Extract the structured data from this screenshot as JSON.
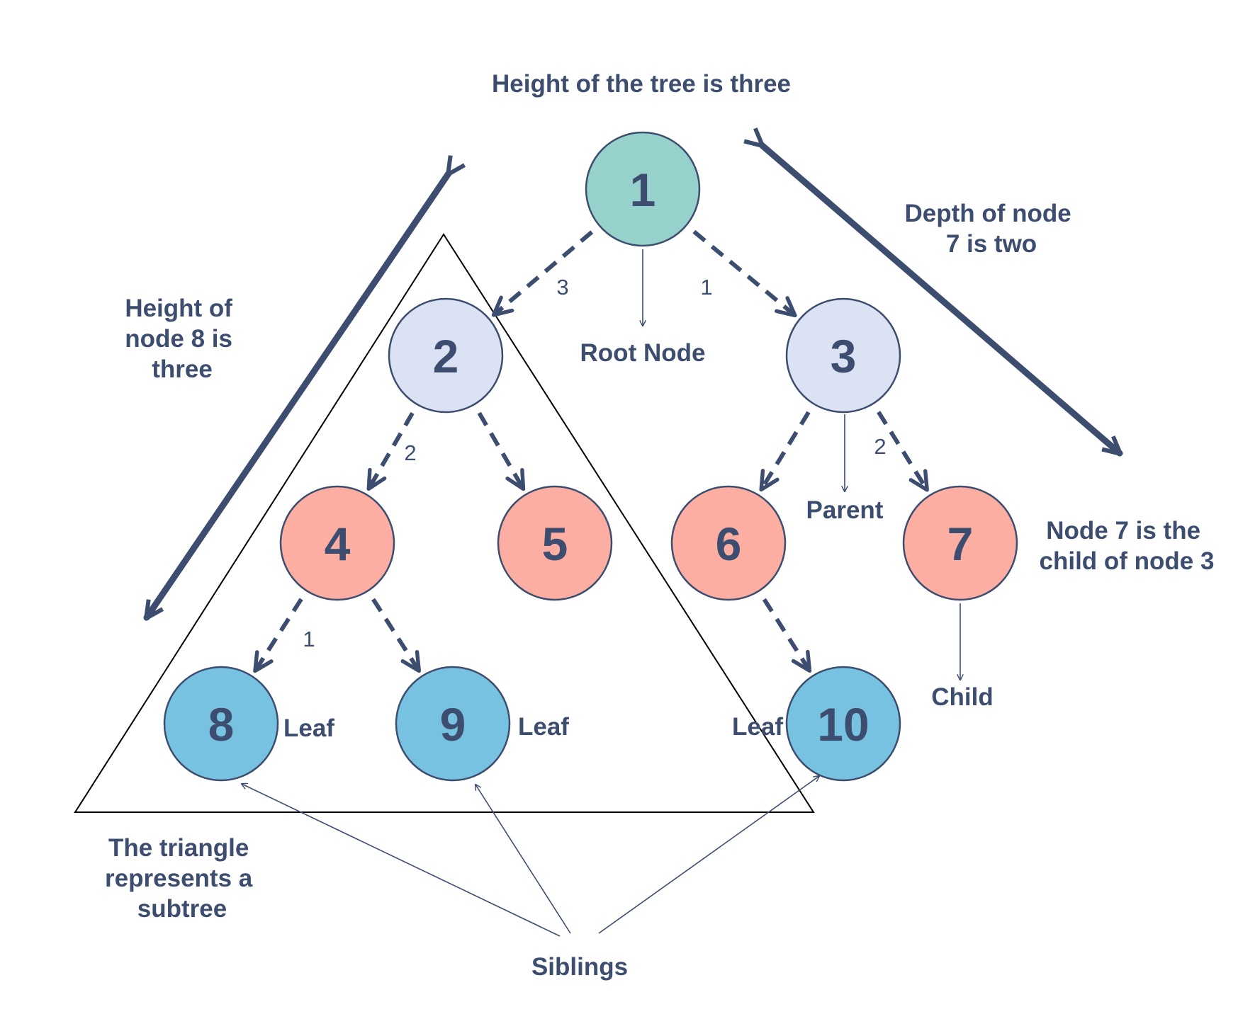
{
  "title": "Height of the tree is three",
  "nodes": [
    {
      "id": "1",
      "fill": "#96d1cb"
    },
    {
      "id": "2",
      "fill": "#dbe2f4"
    },
    {
      "id": "3",
      "fill": "#dbe2f4"
    },
    {
      "id": "4",
      "fill": "#fbaea1"
    },
    {
      "id": "5",
      "fill": "#fbaea1"
    },
    {
      "id": "6",
      "fill": "#fbaea1"
    },
    {
      "id": "7",
      "fill": "#fbaea1"
    },
    {
      "id": "8",
      "fill": "#78c2e1"
    },
    {
      "id": "9",
      "fill": "#78c2e1"
    },
    {
      "id": "10",
      "fill": "#78c2e1"
    }
  ],
  "edges": [
    {
      "from": "1",
      "to": "2",
      "weight": "3"
    },
    {
      "from": "1",
      "to": "3",
      "weight": "1"
    },
    {
      "from": "2",
      "to": "4",
      "weight": "2"
    },
    {
      "from": "2",
      "to": "5",
      "weight": ""
    },
    {
      "from": "3",
      "to": "6",
      "weight": ""
    },
    {
      "from": "3",
      "to": "7",
      "weight": "2"
    },
    {
      "from": "4",
      "to": "8",
      "weight": "1"
    },
    {
      "from": "4",
      "to": "9",
      "weight": ""
    },
    {
      "from": "6",
      "to": "10",
      "weight": ""
    }
  ],
  "labels": {
    "root": "Root Node",
    "parent": "Parent",
    "child": "Child",
    "leaf": "Leaf",
    "siblings": "Siblings",
    "depth": [
      "Depth of node",
      "7 is two"
    ],
    "height_node8": [
      "Height of",
      "node 8 is",
      "three"
    ],
    "child_of": [
      "Node 7 is the",
      "child of node 3"
    ],
    "subtree": [
      "The triangle",
      "represents a",
      "subtree"
    ]
  },
  "colors": {
    "ink": "#3c4d6f",
    "triangle": "#000000"
  }
}
